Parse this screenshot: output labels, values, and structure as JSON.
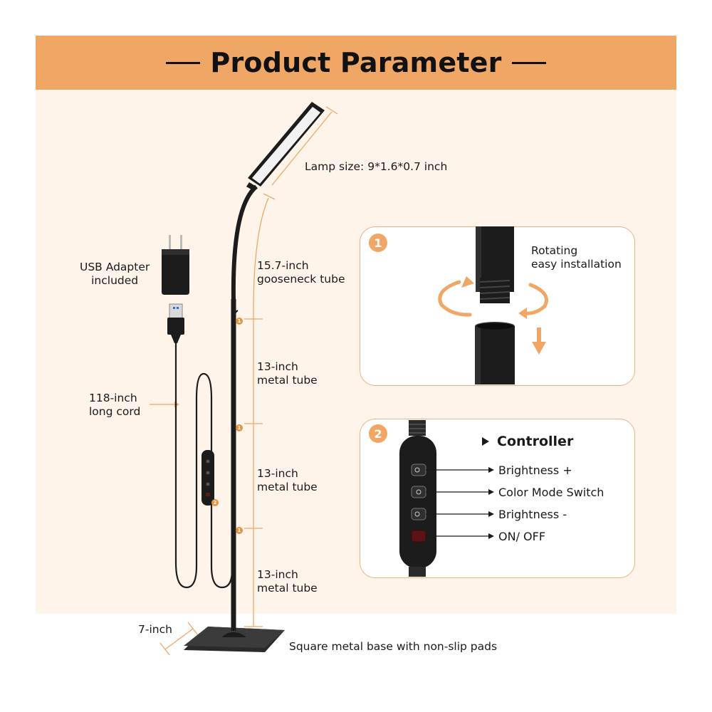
{
  "header": {
    "title": "Product Parameter"
  },
  "dimensions": {
    "lamp_size": "Lamp size: 9*1.6*0.7 inch",
    "gooseneck": "15.7-inch\ngooseneck tube",
    "metal_tube_1": "13-inch\nmetal tube",
    "metal_tube_2": "13-inch\nmetal tube",
    "metal_tube_3": "13-inch\nmetal tube",
    "base_width": "7-inch",
    "base_desc": "Square metal base with non-slip pads",
    "usb_adapter": "USB Adapter\nincluded",
    "cord": "118-inch\nlong cord"
  },
  "markers": {
    "one": "1",
    "two": "2"
  },
  "install_box": {
    "badge": "1",
    "text": "Rotating\neasy installation"
  },
  "controller_box": {
    "badge": "2",
    "title": "Controller",
    "buttons": [
      "Brightness +",
      "Color Mode Switch",
      "Brightness -",
      "ON/ OFF"
    ]
  },
  "colors": {
    "accent": "#f0a765",
    "panel_bg": "#fef4ea",
    "dim_line": "#f0a765",
    "product": "#1c1c1c"
  },
  "icons": [
    "play-triangle-icon",
    "sun-up-icon",
    "color-mode-icon",
    "sun-down-icon",
    "power-icon",
    "rotate-arrow-icon",
    "down-arrow-icon",
    "usb-plug-icon",
    "power-adapter-icon"
  ]
}
